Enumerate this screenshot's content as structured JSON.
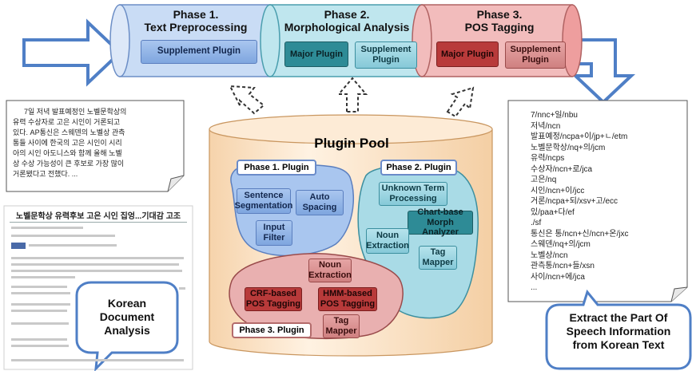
{
  "pipeline": {
    "phase1": {
      "title_line1": "Phase 1.",
      "title_line2": "Text Preprocessing",
      "supplement": "Supplement  Plugin"
    },
    "phase2": {
      "title_line1": "Phase 2.",
      "title_line2": "Morphological Analysis",
      "major": "Major Plugin",
      "supplement_line1": "Supplement",
      "supplement_line2": "Plugin"
    },
    "phase3": {
      "title_line1": "Phase 3.",
      "title_line2": "POS Tagging",
      "major": "Major Plugin",
      "supplement_line1": "Supplement",
      "supplement_line2": "Plugin"
    }
  },
  "plugin_pool": {
    "title": "Plugin Pool",
    "phase1": {
      "label": "Phase 1.  Plugin",
      "sentence_line1": "Sentence",
      "sentence_line2": "Segmentation",
      "auto_line1": "Auto",
      "auto_line2": "Spacing",
      "input_line1": "Input",
      "input_line2": "Filter"
    },
    "phase2": {
      "label": "Phase 2.  Plugin",
      "unknown_line1": "Unknown Term",
      "unknown_line2": "Processing",
      "chart_line1": "Chart-base",
      "chart_line2": "Morph Analyzer",
      "noun_line1": "Noun",
      "noun_line2": "Extraction",
      "tag_line1": "Tag",
      "tag_line2": "Mapper"
    },
    "phase3": {
      "label": "Phase 3.  Plugin",
      "noun_line1": "Noun",
      "noun_line2": "Extraction",
      "crf_line1": "CRF-based",
      "crf_line2": "POS Tagging",
      "hmm_line1": "HMM-based",
      "hmm_line2": "POS Tagging",
      "tag_line1": "Tag",
      "tag_line2": "Mapper"
    }
  },
  "input_text": {
    "lines": [
      "7일 저녁 발표예정인 노벨문학상의",
      "유력 수상자로 고은 시인이 거론되고",
      "있다. AP통신은 스웨덴의 노벨상 관측",
      "통들 사이에 한국의 고은 시인이 시리",
      "아의 시인 아도니스와 함께 올해 노벨",
      "상 수상 가능성이 큰 후보로 가장 많이",
      "거론됐다고 전했다. ..."
    ]
  },
  "news_article": {
    "headline": "노벨문학상 유력후보 고은 시인 집엉...기대감 고조"
  },
  "callout_left": {
    "line1": "Korean",
    "line2": "Document",
    "line3": "Analysis"
  },
  "output_text": {
    "lines": [
      "7/nnc+일/nbu",
      "저녁/ncn",
      "발표예정/ncpa+이/jp+ㄴ/etm",
      "노벨문학상/nq+의/jcm",
      "유력/ncps",
      "수상자/ncn+로/jca",
      "고은/nq",
      "시인/ncn+이/jcc",
      "거론/ncpa+되/xsv+고/ecc",
      "있/paa+다/ef",
      "./sf",
      "통신은 통/ncn+신/ncn+온/jxc",
      "스웨덴/nq+의/jcm",
      "노벨상/ncn",
      "관측통/ncn+들/xsn",
      "사이/ncn+에/jca",
      "..."
    ]
  },
  "callout_right": {
    "line1": "Extract the Part Of",
    "line2": "Speech Information",
    "line3": "from Korean Text"
  },
  "colors": {
    "phase1_fill": "#c9dcf5",
    "phase2_fill": "#bfe6ee",
    "phase3_fill": "#f2bcbc",
    "pool_fill": "#fde6cc",
    "phase1_region": "#a9c6ef",
    "phase2_region": "#a9dbe6",
    "phase3_region": "#e9b0b0",
    "arrow_blue": "#4f7fc6"
  }
}
